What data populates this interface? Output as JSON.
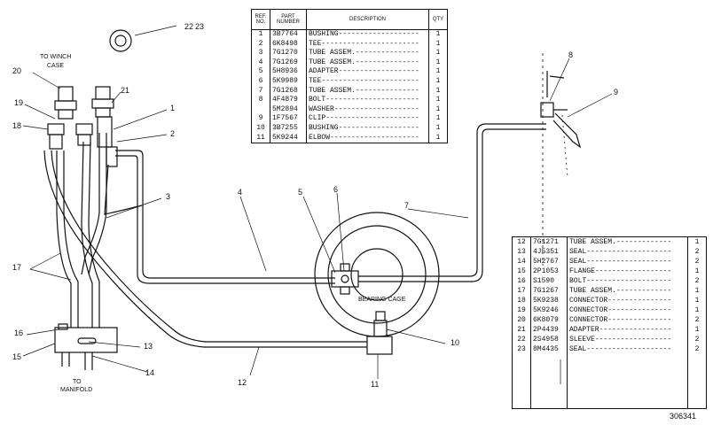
{
  "parts_table_top": {
    "headers": {
      "ref": "REF. NO.",
      "part": "PART NUMBER",
      "desc": "DESCRIPTION",
      "qty": "QTY"
    },
    "rows": [
      {
        "ref": "1",
        "part": "3B7764",
        "desc": "BUSHING",
        "qty": "1"
      },
      {
        "ref": "2",
        "part": "6K8498",
        "desc": "TEE",
        "qty": "1"
      },
      {
        "ref": "3",
        "part": "7G1270",
        "desc": "TUBE ASSEM.",
        "qty": "1"
      },
      {
        "ref": "4",
        "part": "7G1269",
        "desc": "TUBE ASSEM.",
        "qty": "1"
      },
      {
        "ref": "5",
        "part": "5H8936",
        "desc": "ADAPTER",
        "qty": "1"
      },
      {
        "ref": "6",
        "part": "5K9989",
        "desc": "TEE",
        "qty": "1"
      },
      {
        "ref": "7",
        "part": "7G1268",
        "desc": "TUBE ASSEM.",
        "qty": "1"
      },
      {
        "ref": "8",
        "part": "4F4879",
        "desc": "BOLT",
        "qty": "1"
      },
      {
        "ref": "",
        "part": "5M2894",
        "desc": "WASHER",
        "qty": "1"
      },
      {
        "ref": "9",
        "part": "1F7567",
        "desc": "CLIP",
        "qty": "1"
      },
      {
        "ref": "10",
        "part": "3B7255",
        "desc": "BUSHING",
        "qty": "1"
      },
      {
        "ref": "11",
        "part": "5K9244",
        "desc": "ELBOW",
        "qty": "1"
      }
    ]
  },
  "parts_table_bottom": {
    "rows": [
      {
        "ref": "12",
        "part": "7G1271",
        "desc": "TUBE ASSEM.",
        "qty": "1"
      },
      {
        "ref": "13",
        "part": "4J5351",
        "desc": "SEAL",
        "qty": "2"
      },
      {
        "ref": "14",
        "part": "5H2767",
        "desc": "SEAL",
        "qty": "2"
      },
      {
        "ref": "15",
        "part": "2P1053",
        "desc": "FLANGE",
        "qty": "1"
      },
      {
        "ref": "16",
        "part": "S1590",
        "desc": "BOLT",
        "qty": "2"
      },
      {
        "ref": "17",
        "part": "7G1267",
        "desc": "TUBE ASSEM.",
        "qty": "1"
      },
      {
        "ref": "18",
        "part": "5K9238",
        "desc": "CONNECTOR",
        "qty": "1"
      },
      {
        "ref": "19",
        "part": "5K9246",
        "desc": "CONNECTOR",
        "qty": "1"
      },
      {
        "ref": "20",
        "part": "6K8079",
        "desc": "CONNECTOR",
        "qty": "2"
      },
      {
        "ref": "21",
        "part": "2P4439",
        "desc": "ADAPTER",
        "qty": "1"
      },
      {
        "ref": "22",
        "part": "2S4958",
        "desc": "SLEEVE",
        "qty": "2"
      },
      {
        "ref": "23",
        "part": "8M4435",
        "desc": "SEAL",
        "qty": "2"
      }
    ]
  },
  "labels": {
    "to_winch_case": "TO WINCH\nCASE",
    "to_winch_line1": "TO WINCH",
    "to_winch_line2": "CASE",
    "to_manifold_line1": "TO",
    "to_manifold_line2": "MANIFOLD",
    "bearing_cage": "BEARING CAGE",
    "figure_number": "306341",
    "callouts": {
      "c1": "1",
      "c2": "2",
      "c3": "3",
      "c4": "4",
      "c5": "5",
      "c6": "6",
      "c7": "7",
      "c8": "8",
      "c9": "9",
      "c10": "10",
      "c11": "11",
      "c12": "12",
      "c13": "13",
      "c14": "14",
      "c15": "15",
      "c16": "16",
      "c17": "17",
      "c18": "18",
      "c19": "19",
      "c20": "20",
      "c21": "21",
      "c22": "22",
      "c23": "23"
    }
  }
}
